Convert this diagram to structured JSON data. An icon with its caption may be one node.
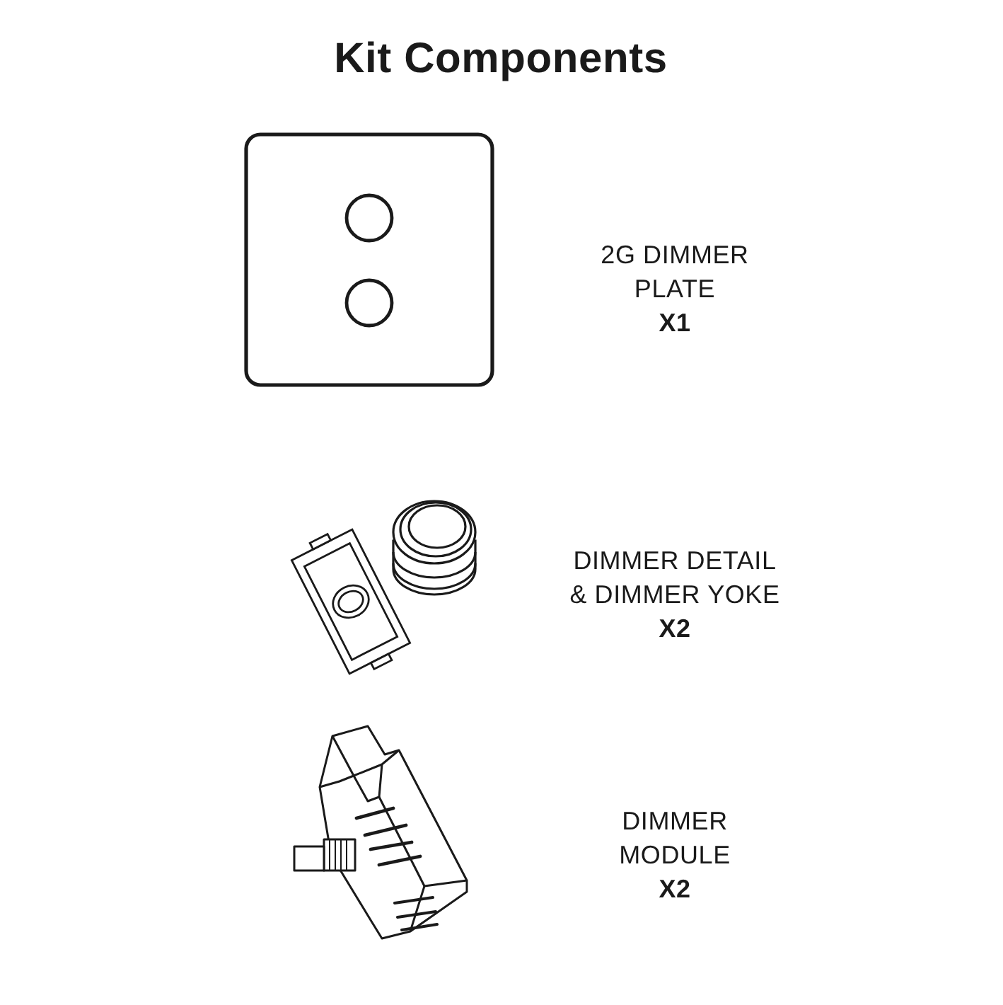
{
  "diagram": {
    "title": "Kit Components",
    "labels": [
      "2G DIMMER PLATE",
      "X1",
      "DIMMER DETAIL & DIMMER YOKE",
      "X2",
      "DIMMER MODULE",
      "X2"
    ]
  }
}
